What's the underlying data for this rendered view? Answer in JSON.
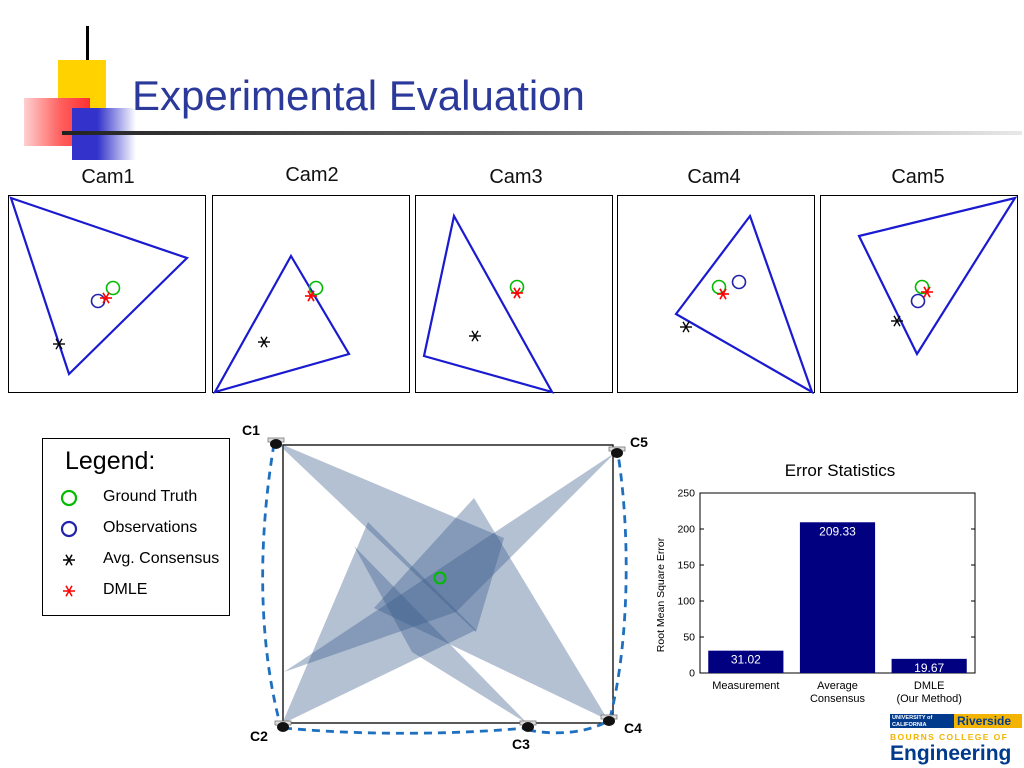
{
  "slide": {
    "title": "Experimental Evaluation",
    "colors": {
      "title": "#2b3a9a",
      "accent_yellow": "#ffd200",
      "accent_red": "#ff3030",
      "accent_blue": "#3333cc"
    }
  },
  "camera_views": [
    {
      "label": "Cam1"
    },
    {
      "label": "Cam2"
    },
    {
      "label": "Cam3"
    },
    {
      "label": "Cam4"
    },
    {
      "label": "Cam5"
    }
  ],
  "legend": {
    "title": "Legend:",
    "items": [
      {
        "label": "Ground Truth",
        "symbol": "circle",
        "color": "#00bb00"
      },
      {
        "label": "Observations",
        "symbol": "circle",
        "color": "#2222aa"
      },
      {
        "label": "Avg. Consensus",
        "symbol": "asterisk",
        "color": "#000000"
      },
      {
        "label": "DMLE",
        "symbol": "asterisk",
        "color": "#ff0000"
      }
    ]
  },
  "network": {
    "cameras": [
      "C1",
      "C2",
      "C3",
      "C4",
      "C5"
    ],
    "colors": {
      "fov": "#3b5b8c",
      "link": "#1f6fbf"
    }
  },
  "logo": {
    "line1": "UNIVERSITY of CALIFORNIA",
    "line2": "Riverside",
    "line3": "BOURNS COLLEGE OF",
    "line4": "Engineering"
  },
  "chart_data": {
    "type": "bar",
    "title": "Error Statistics",
    "ylabel": "Root Mean Square Error",
    "xlabel": "",
    "ylim": [
      0,
      250
    ],
    "yticks": [
      0,
      50,
      100,
      150,
      200,
      250
    ],
    "categories": [
      [
        "Measurement"
      ],
      [
        "Average",
        "Consensus"
      ],
      [
        "DMLE",
        "(Our Method)"
      ]
    ],
    "values": [
      31.02,
      209.33,
      19.67
    ],
    "value_labels": [
      "31.02",
      "209.33",
      "19.67"
    ],
    "bar_color": "#000080"
  }
}
